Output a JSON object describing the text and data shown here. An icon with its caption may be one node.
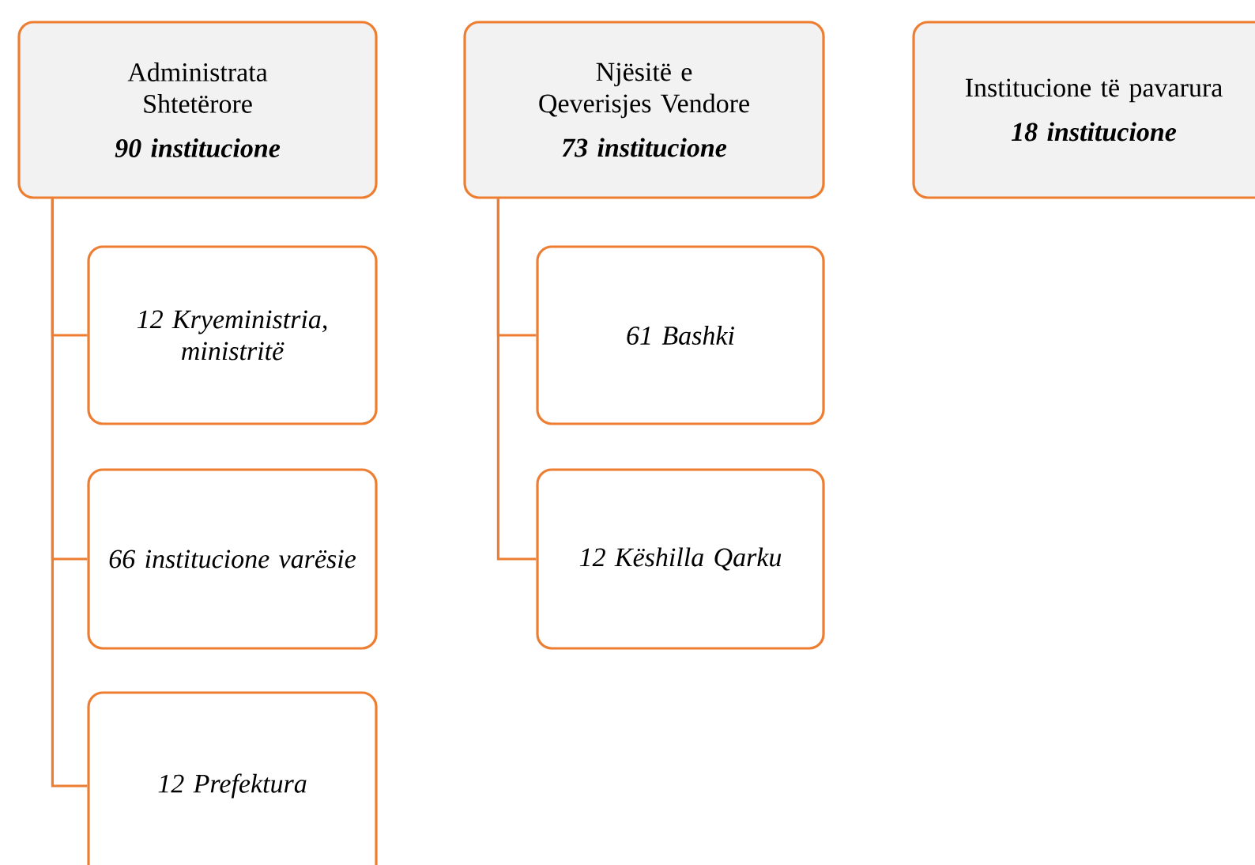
{
  "diagram": {
    "nodes": [
      {
        "text": [
          "Administrata Shtetërore",
          "90 institucione"
        ]
      },
      {
        "text": [
          "Njësitë e Qeverisjes Vendore",
          "73 institucione"
        ]
      },
      {
        "text": [
          "Institucione të pavarura",
          "18 institucione"
        ]
      },
      {
        "text": [
          "12 Kryeministria, ministritë"
        ]
      },
      {
        "text": [
          "66 institucione varësie"
        ]
      },
      {
        "text": [
          "12 Prefektura"
        ]
      },
      {
        "text": [
          "61 Bashki"
        ]
      },
      {
        "text": [
          "12 Këshilla Qarku"
        ]
      }
    ],
    "edges": [
      {
        "from": 0,
        "to": 3,
        "arrow": "none"
      },
      {
        "from": 0,
        "to": 4,
        "arrow": "none"
      },
      {
        "from": 0,
        "to": 5,
        "arrow": "none"
      },
      {
        "from": 1,
        "to": 6,
        "arrow": "none"
      },
      {
        "from": 1,
        "to": 7,
        "arrow": "none"
      }
    ]
  }
}
